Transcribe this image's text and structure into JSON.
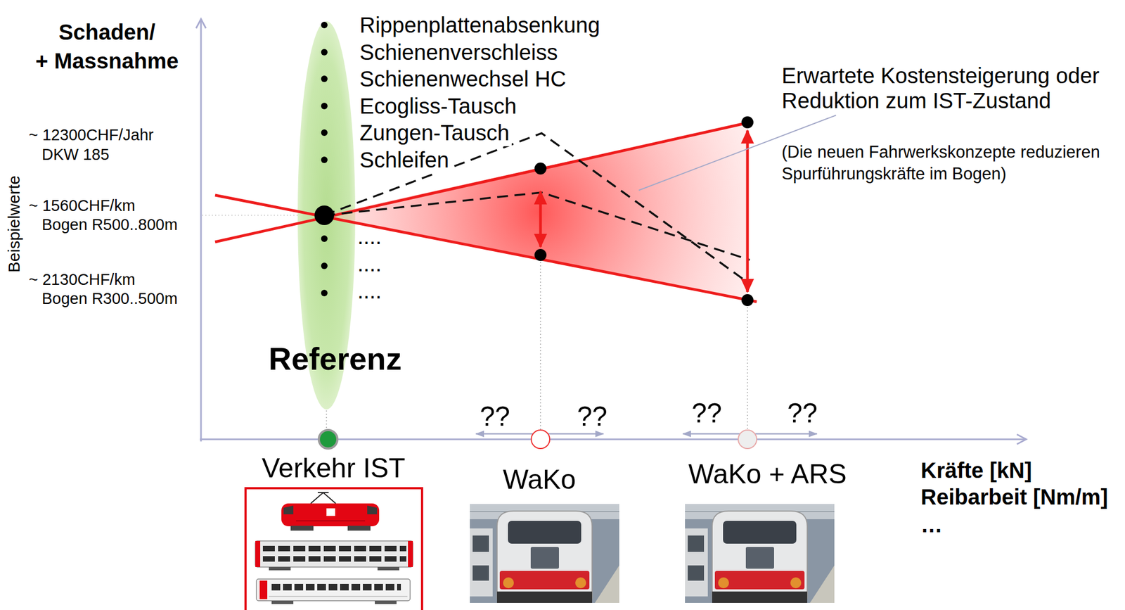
{
  "diagram": {
    "labels": [
      "Schaden/",
      "+ Massnahme",
      "Rippenplattenabsenkung",
      "Schienenverschleiss",
      "Schienenwechsel HC",
      "Ecogliss-Tausch",
      "Zungen-Tausch",
      "Schleifen",
      "Erwartete Kostensteigerung oder Reduktion zum IST-Zustand",
      "(Die neuen Fahrwerkskonzepte reduzieren Spurführungskräfte im Bogen)",
      "Beispielwerte",
      "~ 12300CHF/Jahr DKW 185",
      "~ 1560CHF/km Bogen R500..800m",
      "~ 2130CHF/km Bogen R300..500m",
      "....",
      "....",
      "....",
      "Referenz",
      "??",
      "??",
      "??",
      "??",
      "Verkehr IST",
      "WaKo",
      "WaKo + ARS",
      "Kräfte [kN]",
      "Reibarbeit [Nm/m]",
      "…"
    ]
  }
}
